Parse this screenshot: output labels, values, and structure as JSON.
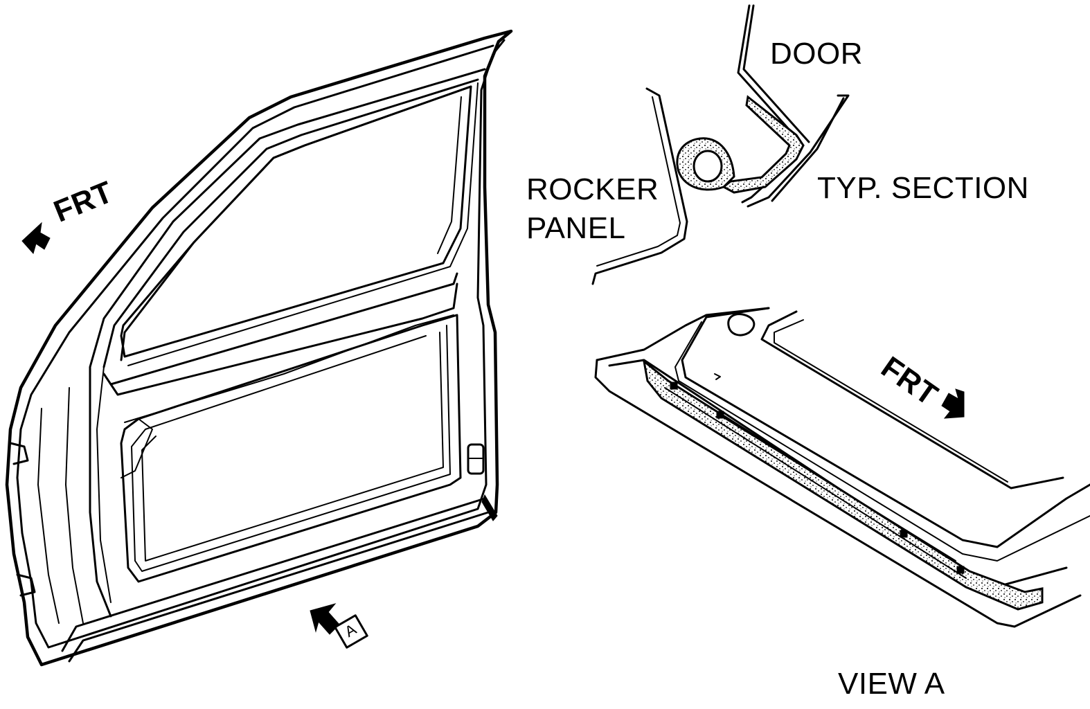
{
  "labels": {
    "door": "DOOR",
    "rocker_panel_line1": "ROCKER",
    "rocker_panel_line2": "PANEL",
    "typ_section": "TYP. SECTION",
    "view_a": "VIEW A",
    "front_left": "FRT",
    "front_right": "FRT",
    "view_marker": "A"
  },
  "colors": {
    "ink": "#000000",
    "paper": "#ffffff"
  },
  "icons": {
    "front_arrow_left": "arrow-left-icon",
    "front_arrow_right": "arrow-down-right-icon",
    "view_arrow": "arrow-up-left-icon"
  }
}
